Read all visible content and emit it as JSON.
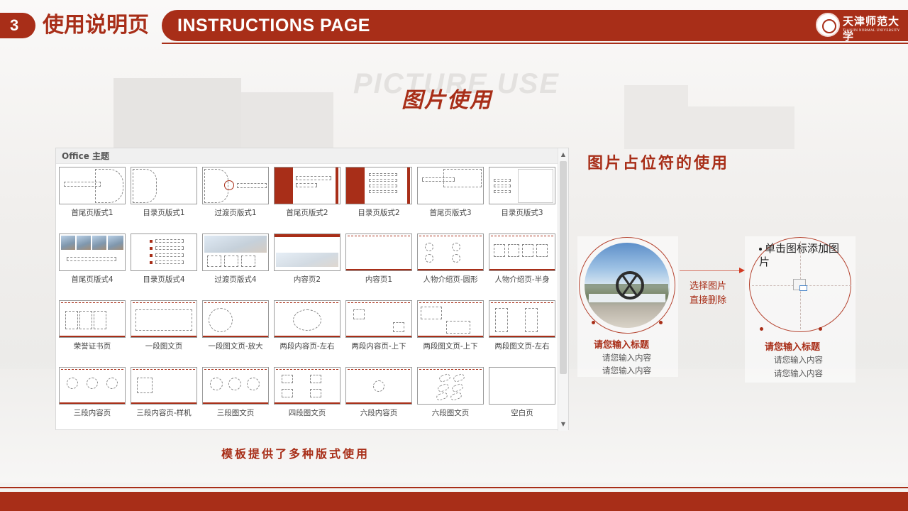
{
  "header": {
    "number": "3",
    "title_cn": "使用说明页",
    "title_en": "INSTRUCTIONS PAGE",
    "logo_cn": "天津师范大学",
    "logo_en": "TIANJIN NORMAL UNIVERSITY"
  },
  "background_watermark": "PICTURE USE",
  "section_title": "图片使用",
  "layout_panel": {
    "header": "Office 主题",
    "layouts": [
      {
        "label": "首尾页版式1"
      },
      {
        "label": "目录页版式1"
      },
      {
        "label": "过渡页版式1"
      },
      {
        "label": "首尾页版式2"
      },
      {
        "label": "目录页版式2"
      },
      {
        "label": "首尾页版式3"
      },
      {
        "label": "目录页版式3"
      },
      {
        "label": "首尾页版式4"
      },
      {
        "label": "目录页版式4"
      },
      {
        "label": "过渡页版式4"
      },
      {
        "label": "内容页2"
      },
      {
        "label": "内容页1"
      },
      {
        "label": "人物介绍页-圆形"
      },
      {
        "label": "人物介绍页-半身"
      },
      {
        "label": "荣誉证书页"
      },
      {
        "label": "一段图文页"
      },
      {
        "label": "一段图文页-放大"
      },
      {
        "label": "两段内容页-左右"
      },
      {
        "label": "两段内容页-上下"
      },
      {
        "label": "两段图文页-上下"
      },
      {
        "label": "两段图文页-左右"
      },
      {
        "label": "三段内容页"
      },
      {
        "label": "三段内容页-样机"
      },
      {
        "label": "三段图文页"
      },
      {
        "label": "四段图文页"
      },
      {
        "label": "六段内容页"
      },
      {
        "label": "六段图文页"
      },
      {
        "label": "空白页"
      }
    ]
  },
  "caption_left": "模板提供了多种版式使用",
  "placeholder_title": "图片占位符的使用",
  "card_left": {
    "title": "请您输入标题",
    "line1": "请您输入内容",
    "line2": "请您输入内容"
  },
  "arrow_text": {
    "line1": "选择图片",
    "line2": "直接删除"
  },
  "card_right": {
    "bullet": "单击图标添加图片",
    "title": "请您输入标题",
    "line1": "请您输入内容",
    "line2": "请您输入内容"
  },
  "colors": {
    "accent": "#a82e18",
    "arrow": "#d23a22"
  }
}
